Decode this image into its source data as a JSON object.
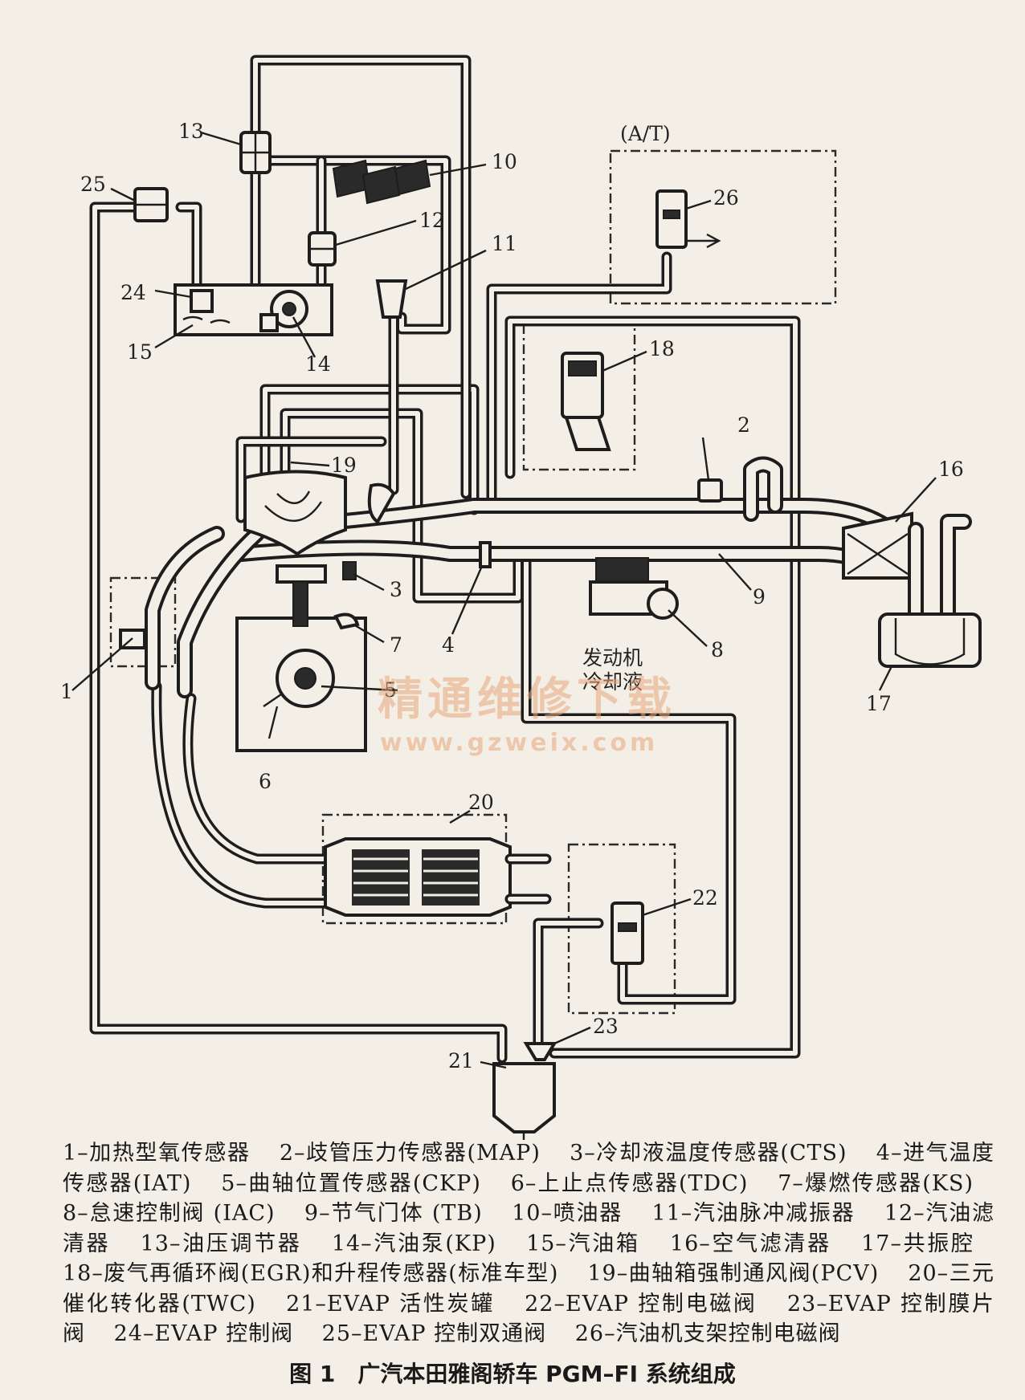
{
  "diagram": {
    "callouts": [
      "1",
      "2",
      "3",
      "4",
      "5",
      "6",
      "7",
      "8",
      "9",
      "10",
      "11",
      "12",
      "13",
      "14",
      "15",
      "16",
      "17",
      "18",
      "19",
      "20",
      "21",
      "22",
      "23",
      "24",
      "25",
      "26"
    ],
    "at_label": "(A/T)",
    "coolant_label_1": "发动机",
    "coolant_label_2": "冷却液",
    "watermark_cn": "精通维修下载",
    "watermark_url": "www.gzweix.com"
  },
  "legend": [
    "1–加热型氧传感器",
    "2–歧管压力传感器(MAP)",
    "3–冷却液温度传感器(CTS)",
    "4–进气温度传感器(IAT)",
    "5–曲轴位置传感器(CKP)",
    "6–上止点传感器(TDC)",
    "7–爆燃传感器(KS)",
    "8–怠速控制阀 (IAC)",
    "9–节气门体 (TB)",
    "10–喷油器",
    "11–汽油脉冲减振器",
    "12–汽油滤清器",
    "13–油压调节器",
    "14–汽油泵(KP)",
    "15–汽油箱",
    "16–空气滤清器",
    "17–共振腔",
    "18–废气再循环阀(EGR)和升程传感器(标准车型)",
    "19–曲轴箱强制通风阀(PCV)",
    "20–三元催化转化器(TWC)",
    "21–EVAP 活性炭罐",
    "22–EVAP 控制电磁阀",
    "23–EVAP 控制膜片阀",
    "24–EVAP 控制阀",
    "25–EVAP 控制双通阀",
    "26–汽油机支架控制电磁阀"
  ],
  "caption": "图 1　广汽本田雅阁轿车 PGM–FI 系统组成"
}
